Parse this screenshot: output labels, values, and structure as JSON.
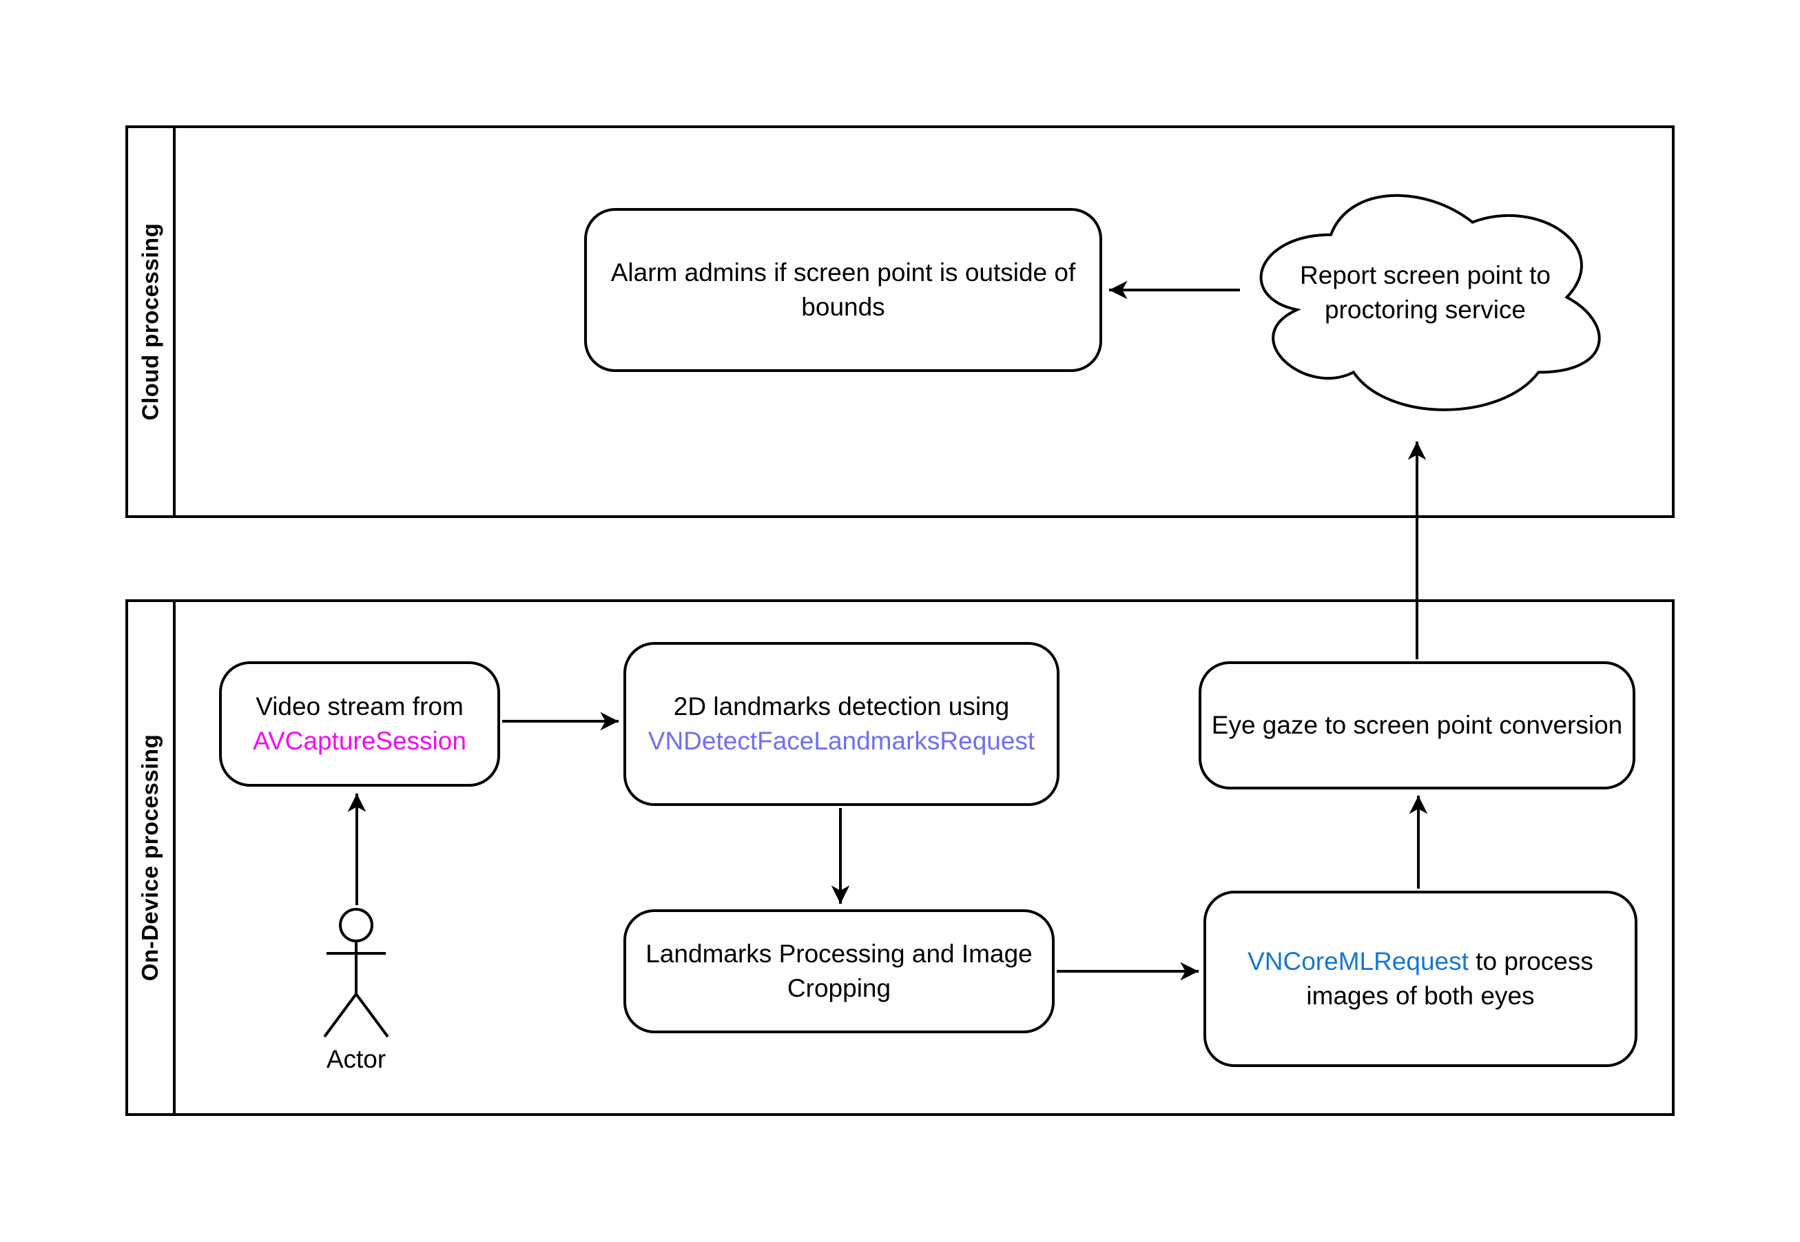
{
  "lanes": {
    "cloud": {
      "label": "Cloud processing"
    },
    "device": {
      "label": "On-Device processing"
    }
  },
  "nodes": {
    "alarm": {
      "line1": "Alarm admins if screen point is outside of",
      "line2": "bounds"
    },
    "cloud_report": {
      "line1": "Report screen point to",
      "line2": "proctoring service"
    },
    "video": {
      "line1": "Video stream from",
      "line2": "AVCaptureSession"
    },
    "landmarks2d": {
      "line1": "2D landmarks detection using",
      "line2": "VNDetectFaceLandmarksRequest"
    },
    "eyegaze": {
      "line1": "Eye gaze to screen point conversion"
    },
    "cropping": {
      "line1": "Landmarks Processing and Image",
      "line2": "Cropping"
    },
    "coreml": {
      "keyword": "VNCoreMLRequest",
      "rest": " to process",
      "line2": "images of both eyes"
    }
  },
  "actor": {
    "label": "Actor"
  },
  "colors": {
    "stroke": "#000000",
    "background": "#FFFFFF",
    "avcapturesession": "#F40AF4",
    "vndetectfacelandmarksrequest": "#6E6EFA",
    "vncoremlrequest": "#1577D4"
  }
}
